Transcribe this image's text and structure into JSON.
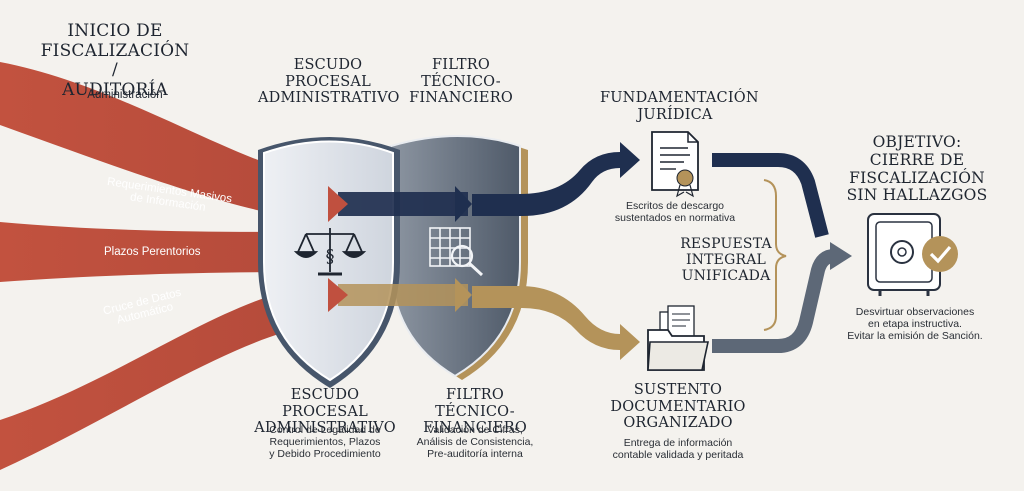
{
  "start": {
    "title_lines": [
      "INICIO DE",
      "FISCALIZACIÓN /",
      "AUDITORÍA"
    ],
    "subtitle": "Administración"
  },
  "inputs": [
    {
      "label_lines": [
        "Requerimientos Masivos",
        "de Información"
      ]
    },
    {
      "label_lines": [
        "Plazos Perentorios"
      ]
    },
    {
      "label_lines": [
        "Cruce de Datos",
        "Automático"
      ]
    }
  ],
  "shield_procesal": {
    "top_lines": [
      "ESCUDO",
      "PROCESAL",
      "ADMINISTRATIVO"
    ],
    "bottom_lines": [
      "ESCUDO PROCESAL",
      "ADMINISTRATIVO"
    ],
    "desc_lines": [
      "Control de Legalidad de",
      "Requerimientos, Plazos",
      "y Debido Procedimiento"
    ],
    "icon": "scales-justice-icon"
  },
  "shield_filtro": {
    "top_lines": [
      "FILTRO",
      "TÉCNICO-",
      "FINANCIERO"
    ],
    "bottom_lines": [
      "FILTRO",
      "TÉCNICO-FINANCIERO"
    ],
    "desc_lines": [
      "Validación de Cifras,",
      "Análisis de Consistencia,",
      "Pre-auditoría interna"
    ],
    "icon": "spreadsheet-magnifier-icon"
  },
  "fundamentacion": {
    "title_lines": [
      "FUNDAMENTACIÓN",
      "JURÍDICA"
    ],
    "desc_lines": [
      "Escritos de descargo",
      "sustentados en normativa"
    ],
    "icon": "certificate-document-icon"
  },
  "sustento": {
    "title_lines": [
      "SUSTENTO",
      "DOCUMENTARIO",
      "ORGANIZADO"
    ],
    "desc_lines": [
      "Entrega de información",
      "contable validada y peritada"
    ],
    "icon": "folder-documents-icon"
  },
  "respuesta": {
    "lines": [
      "RESPUESTA",
      "INTEGRAL",
      "UNIFICADA"
    ]
  },
  "objetivo": {
    "title_lines": [
      "OBJETIVO:",
      "CIERRE DE",
      "FISCALIZACIÓN",
      "SIN HALLAZGOS"
    ],
    "desc_lines": [
      "Desvirtuar observaciones",
      "en etapa instructiva.",
      "Evitar la emisión de Sanción."
    ],
    "icon": "safe-check-icon"
  },
  "colors": {
    "red": "#c0503f",
    "navy": "#1f2f4f",
    "gold": "#b4935a",
    "slate": "#5d6877",
    "background": "#f4f2ee"
  }
}
